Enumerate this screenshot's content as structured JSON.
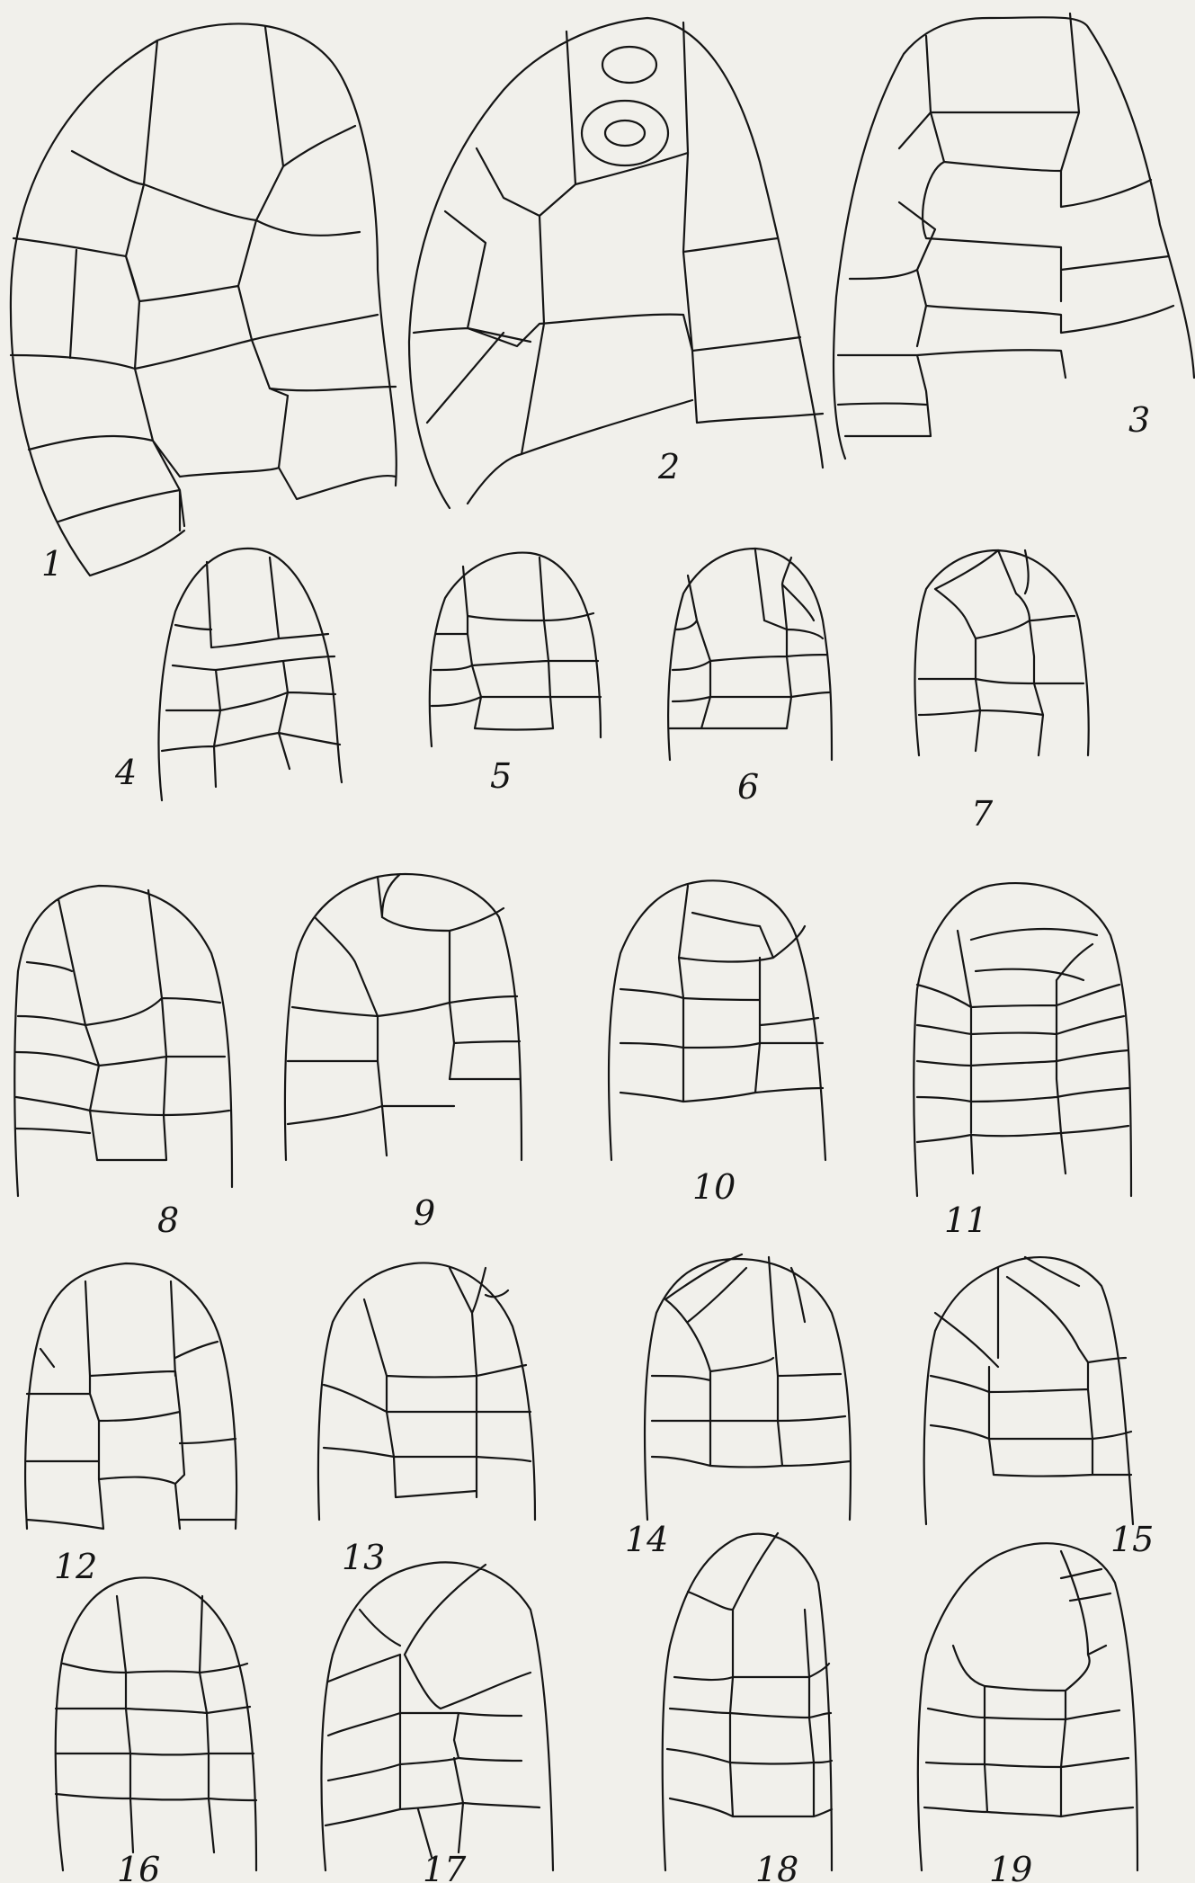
{
  "plate": {
    "colors": {
      "paper": "#f1f0eb",
      "ink": "#151515"
    },
    "figures": [
      {
        "id": "1",
        "label": "1"
      },
      {
        "id": "2",
        "label": "2"
      },
      {
        "id": "3",
        "label": "3"
      },
      {
        "id": "4",
        "label": "4"
      },
      {
        "id": "5",
        "label": "5"
      },
      {
        "id": "6",
        "label": "6"
      },
      {
        "id": "7",
        "label": "7"
      },
      {
        "id": "8",
        "label": "8"
      },
      {
        "id": "9",
        "label": "9"
      },
      {
        "id": "10",
        "label": "10"
      },
      {
        "id": "11",
        "label": "11"
      },
      {
        "id": "12",
        "label": "12"
      },
      {
        "id": "13",
        "label": "13"
      },
      {
        "id": "14",
        "label": "14"
      },
      {
        "id": "15",
        "label": "15"
      },
      {
        "id": "16",
        "label": "16"
      },
      {
        "id": "17",
        "label": "17"
      },
      {
        "id": "18",
        "label": "18"
      },
      {
        "id": "19",
        "label": "19"
      }
    ]
  }
}
